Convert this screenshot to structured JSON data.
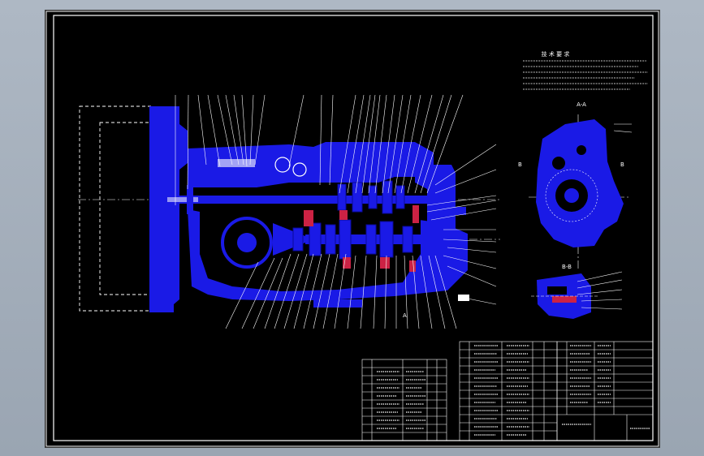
{
  "drawing": {
    "tech_requirements_title": "技 术 要 求",
    "section_aa": "A-A",
    "section_bb": "B-B",
    "view_a": "A",
    "label_b_left": "B",
    "label_b_right": "B",
    "colors": {
      "background": "#000000",
      "frame": "#ffffff",
      "part_fill": "#1a1ae6",
      "part_dark": "#0a0a9a",
      "hatch": "#cc2244",
      "leader": "#ffffff",
      "viewport": "#a9b3bf"
    }
  }
}
